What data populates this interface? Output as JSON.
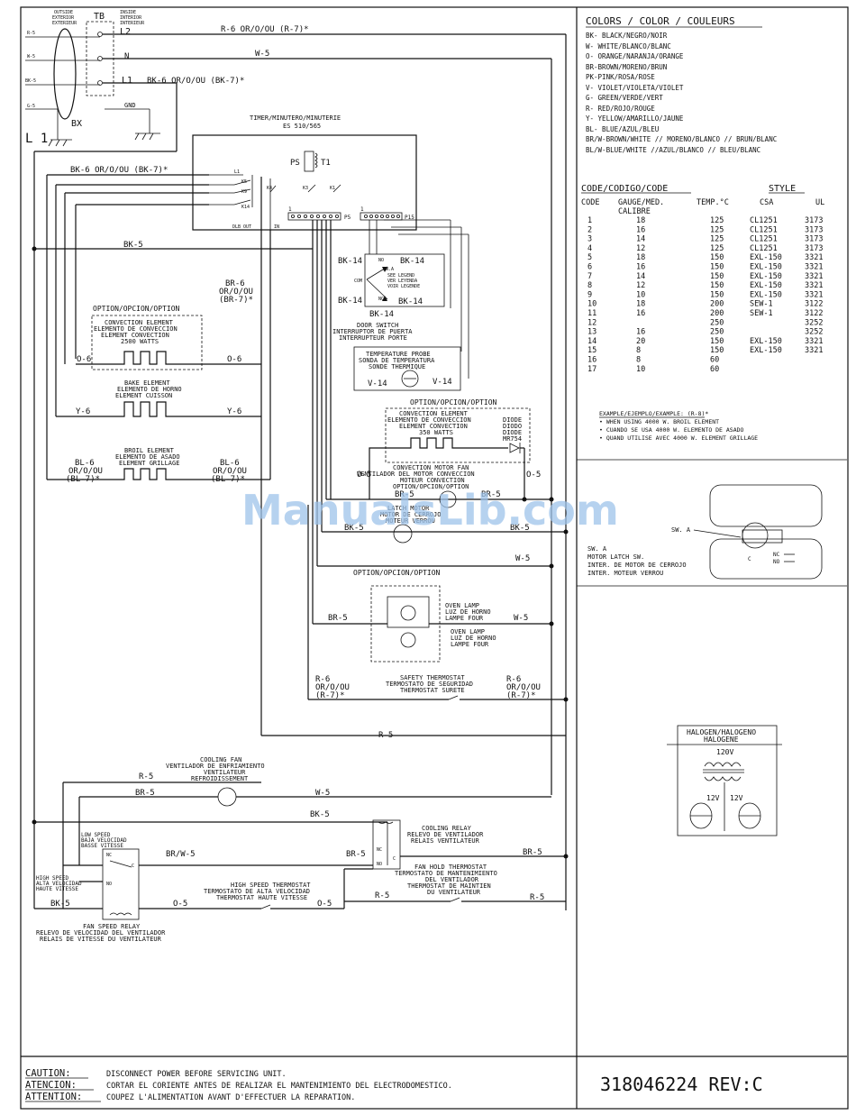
{
  "watermark": "ManualsLib.com",
  "supply": {
    "outside": "OUTSIDE",
    "exterior": "EXTERIOR",
    "exterieur": "EXTERIEUR",
    "tb": "TB",
    "inside": "INSIDE",
    "interior": "INTERIOR",
    "interieur": "INTERIEUR",
    "r5": "R-5",
    "w5": "W-5",
    "bk5": "BK-5",
    "g5": "G-5",
    "l2": "L2",
    "n": "N",
    "l1": "L1",
    "l1_big": "L 1",
    "bx": "BX",
    "gnd": "GND"
  },
  "wires": {
    "top_r6": "R-6 OR/O/OU (R-7)*",
    "top_w5": "W-5",
    "top_bk6": "BK-6 OR/O/OU (BK-7)*",
    "bk6_timer": "BK-6 OR/O/OU (BK-7)*",
    "bk5_main": "BK-5",
    "br6": "BR-6",
    "br6_or": "OR/O/OU",
    "br6_br7": "(BR-7)*",
    "o6_left": "O-6",
    "o6_right": "O-6",
    "y6_left": "Y-6",
    "y6_right": "Y-6",
    "bl6": "BL-6",
    "bl6_or": "OR/O/OU",
    "bl6_bl7": "(BL-7)*",
    "o5_left": "O-5",
    "o5_right": "O-5",
    "br5_a": "BR-5",
    "br5_b": "BR-5",
    "bk5_a": "BK-5",
    "bk5_b": "BK-5",
    "w5_a": "W-5",
    "br5_lamp": "BR-5",
    "w5_lamp": "W-5",
    "r6": "R-6",
    "r6_or": "OR/O/OU",
    "r6_r7": "(R-7)*",
    "r5_mid": "R-5",
    "r5_fan": "R-5",
    "br5_fan": "BR-5",
    "w5_fan": "W-5",
    "bk5_relay": "BK-5",
    "brw5": "BR/W-5",
    "br5_relay": "BR-5",
    "br5_right": "BR-5",
    "r5_hold_l": "R-5",
    "r5_hold_r": "R-5",
    "bk5_bottom": "BK-5",
    "o5_b1": "O-5",
    "o5_b2": "O-5",
    "bk14_a": "BK-14",
    "bk14_b": "BK-14",
    "bk14_c": "BK-14",
    "bk14_d": "BK-14",
    "v14_a": "V-14",
    "v14_b": "V-14",
    "o5_conv_l": "O-5",
    "o5_conv_r": "O-5"
  },
  "timer": {
    "title": "TIMER/MINUTERO/MINUTERIE",
    "model": "ES 510/565",
    "l1": "L1",
    "k5": "K5",
    "k9": "K9",
    "k14": "K14",
    "k4": "K4",
    "k3": "K3",
    "k1": "K1",
    "ps": "PS",
    "t1": "T1",
    "p5": "P5",
    "p15": "P15",
    "one_a": "1",
    "one_b": "1",
    "dlb_out": "DLB OUT",
    "in": "IN"
  },
  "door_switch": {
    "no": "NO",
    "sw_a": "SW.A",
    "legend1": "SEE LEGEND",
    "legend2": "VER LEYENDA",
    "legend3": "VOIR LEGENDE",
    "com": "COM",
    "nc": "NC",
    "name1": "DOOR SWITCH",
    "name2": "INTERRUPTOR DE PUERTA",
    "name3": "INTERRUPTEUR PORTE"
  },
  "probe": {
    "name1": "TEMPERATURE PROBE",
    "name2": "SONDA DE TEMPERATURA",
    "name3": "SONDE THERMIQUE"
  },
  "elements": {
    "option1": "OPTION/OPCION/OPTION",
    "conv1": "CONVECTION ELEMENT",
    "conv2": "ELEMENTO DE CONVECCION",
    "conv3": "ELEMENT CONVECTION",
    "conv4": "2500 WATTS",
    "bake1": "BAKE ELEMENT",
    "bake2": "ELEMENTO DE HORNO",
    "bake3": "ELEMENT CUISSON",
    "broil1": "BROIL ELEMENT",
    "broil2": "ELEMENTO DE ASADO",
    "broil3": "ELEMENT GRILLAGE"
  },
  "conv2_block": {
    "option": "OPTION/OPCION/OPTION",
    "c1": "CONVECTION ELEMENT",
    "c2": "ELEMENTO DE CONVECCION",
    "c3": "ELEMENT CONVECTION",
    "c4": "350 WATTS",
    "d1": "DIODE",
    "d2": "DIODO",
    "d3": "DIODE",
    "d4": "MR754",
    "m1": "CONVECTION MOTOR FAN",
    "m2": "VENTILADOR DEL MOTOR CONVECCION",
    "m3": "MOTEUR CONVECTION",
    "m4": "OPTION/OPCION/OPTION",
    "latch1": "LATCH MOTOR",
    "latch2": "MOTOR DE CERROJO",
    "latch3": "MOTEUR VERROU"
  },
  "lamps": {
    "option": "OPTION/OPCION/OPTION",
    "l1": "OVEN LAMP",
    "l2": "LUZ DE HORNO",
    "l3": "LAMPE FOUR",
    "l4": "OVEN LAMP",
    "l5": "LUZ DE HORNO",
    "l6": "LAMPE FOUR"
  },
  "safety": {
    "s1": "SAFETY THERMOSTAT",
    "s2": "TERMOSTATO DE SEGURIDAD",
    "s3": "THERMOSTAT SURETE"
  },
  "fan": {
    "c1": "COOLING FAN",
    "c2": "VENTILADOR DE ENFRIAMIENTO",
    "c3": "VENTILATEUR",
    "c4": "REFROIDISSEMENT",
    "cr1": "COOLING RELAY",
    "cr2": "RELEVO DE VENTILADOR",
    "cr3": "RELAIS VENTILATEUR",
    "low1": "LOW SPEED",
    "low2": "BAJA VELOCIDAD",
    "low3": "BASSE VITESSE",
    "high1": "HIGH SPEED",
    "high2": "ALTA VELOCIDAD",
    "high3": "HAUTE VITESSE",
    "nc": "NC",
    "no": "NO",
    "c": "C",
    "hold1": "FAN HOLD THERMOSTAT",
    "hold2": "TERMOSTATO DE MANTENIMIENTO",
    "hold3": "DEL VENTILADOR",
    "hold4": "THERMOSTAT DE MAINTIEN",
    "hold5": "DU VENTILATEUR",
    "hs1": "HIGH SPEED THERMOSTAT",
    "hs2": "TERMOSTATO DE ALTA VELOCIDAD",
    "hs3": "THERMOSTAT HAUTE VITESSE",
    "fsr1": "FAN SPEED RELAY",
    "fsr2": "RELEVO DE VELOCIDAD DEL VENTILADOR",
    "fsr3": "RELAIS DE VITESSE DU VENTILATEUR",
    "r_nc": "NC",
    "r_no": "NO",
    "r_c": "C"
  },
  "colors": {
    "title": "COLORS / COLOR / COULEURS",
    "items": [
      "BK- BLACK/NEGRO/NOIR",
      "W- WHITE/BLANCO/BLANC",
      "O- ORANGE/NARANJA/ORANGE",
      "BR-BROWN/MORENO/BRUN",
      "PK-PINK/ROSA/ROSE",
      "V- VIOLET/VIOLETA/VIOLET",
      "G- GREEN/VERDE/VERT",
      "R- RED/ROJO/ROUGE",
      "Y- YELLOW/AMARILLO/JAUNE",
      "BL- BLUE/AZUL/BLEU",
      "BR/W-BROWN/WHITE // MORENO/BLANCO // BRUN/BLANC",
      "BL/W-BLUE/WHITE //AZUL/BLANCO // BLEU/BLANC"
    ]
  },
  "code_table": {
    "title": "CODE/CODIGO/CODE",
    "style_title": "STYLE",
    "headers": [
      "CODE",
      "GAUGE/MED.",
      "TEMP.°C",
      "CSA",
      "UL"
    ],
    "calibre": "CALIBRE",
    "rows": [
      [
        "1",
        "18",
        "125",
        "CL1251",
        "3173"
      ],
      [
        "2",
        "16",
        "125",
        "CL1251",
        "3173"
      ],
      [
        "3",
        "14",
        "125",
        "CL1251",
        "3173"
      ],
      [
        "4",
        "12",
        "125",
        "CL1251",
        "3173"
      ],
      [
        "5",
        "18",
        "150",
        "EXL-150",
        "3321"
      ],
      [
        "6",
        "16",
        "150",
        "EXL-150",
        "3321"
      ],
      [
        "7",
        "14",
        "150",
        "EXL-150",
        "3321"
      ],
      [
        "8",
        "12",
        "150",
        "EXL-150",
        "3321"
      ],
      [
        "9",
        "10",
        "150",
        "EXL-150",
        "3321"
      ],
      [
        "10",
        "18",
        "200",
        "SEW-1",
        "3122"
      ],
      [
        "11",
        "16",
        "200",
        "SEW-1",
        "3122"
      ],
      [
        "12",
        "",
        "250",
        "",
        "3252"
      ],
      [
        "13",
        "16",
        "250",
        "",
        "3252"
      ],
      [
        "14",
        "20",
        "150",
        "EXL-150",
        "3321"
      ],
      [
        "15",
        "8",
        "150",
        "EXL-150",
        "3321"
      ],
      [
        "16",
        "8",
        "60",
        "",
        ""
      ],
      [
        "17",
        "10",
        "60",
        "",
        ""
      ]
    ]
  },
  "example": {
    "title": "EXAMPLE/EJEMPLO/EXAMPLE: (R-8)*",
    "l1": "• WHEN USING 4000 W. BROIL ELEMENT",
    "l2": "• CUANDO SE USA 4000 W. ELEMENTO DE ASADO",
    "l3": "• QUAND UTILISE AVEC 4000 W. ELEMENT GRILLAGE"
  },
  "switch_detail": {
    "sw": "SW. A",
    "sw_a": "SW. A",
    "l1": "MOTOR LATCH SW.",
    "l2": "INTER. DE MOTOR DE CERROJO",
    "l3": "INTER. MOTEUR VERROU",
    "nc": "NC",
    "no": "NO",
    "c": "C"
  },
  "halogen": {
    "title1": "HALOGEN/HALOGENO",
    "title2": "HALOGENE",
    "v120": "120V",
    "v12a": "12V",
    "v12b": "12V"
  },
  "caution": {
    "labels": [
      "CAUTION:",
      "ATENCION:",
      "ATTENTION:"
    ],
    "texts": [
      "DISCONNECT POWER BEFORE SERVICING UNIT.",
      "CORTAR EL CORIENTE ANTES DE REALIZAR EL MANTENIMIENTO DEL ELECTRODOMESTICO.",
      "COUPEZ L'ALIMENTATION AVANT D'EFFECTUER LA REPARATION."
    ]
  },
  "part_number": "318046224 REV:C"
}
